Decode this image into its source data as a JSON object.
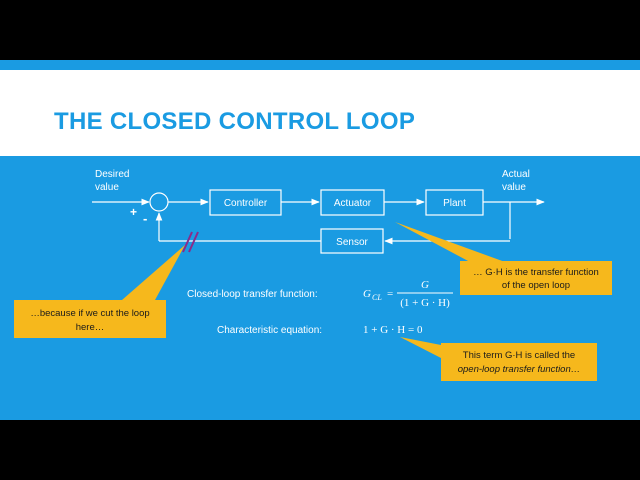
{
  "slide": {
    "title": "THE CLOSED CONTROL LOOP"
  },
  "diagram": {
    "input_label_line1": "Desired",
    "input_label_line2": "value",
    "output_label_line1": "Actual",
    "output_label_line2": "value",
    "sum_plus": "+",
    "sum_minus": "-",
    "blocks": {
      "controller": "Controller",
      "actuator": "Actuator",
      "plant": "Plant",
      "sensor": "Sensor"
    }
  },
  "equations": {
    "closed_loop_label": "Closed-loop transfer function:",
    "characteristic_label": "Characteristic equation:",
    "g_cl": "G",
    "g_cl_sub": "CL",
    "equals": "=",
    "numerator": "G",
    "denominator": "(1 + G · H)",
    "characteristic": "1 + G · H = 0"
  },
  "callouts": {
    "cut_loop": {
      "line1": "…because if we cut the loop",
      "line2": "here…"
    },
    "gh_open_loop": {
      "line1": "… G·H is the transfer function",
      "line2": "of the open loop"
    },
    "term_gh": {
      "line1": "This term G·H is called the",
      "line2": "open-loop transfer function…"
    }
  },
  "colors": {
    "slide_background": "#1a9be2",
    "title_text": "#1a9be2",
    "callout_fill": "#f6b81c",
    "cut_marker": "#8a2b8a"
  }
}
